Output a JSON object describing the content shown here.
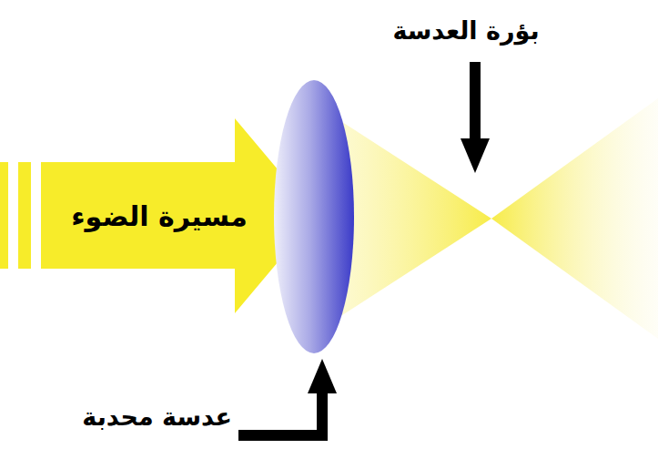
{
  "diagram": {
    "nodes": [
      {
        "text": [
          "مسيرة الضوء"
        ]
      }
    ],
    "labels": [
      "بؤرة العدسة",
      "عدسة محدبة"
    ]
  }
}
